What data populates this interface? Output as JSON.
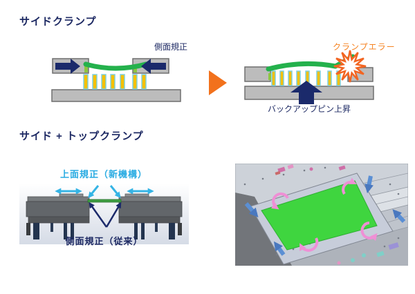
{
  "slide": {
    "section1": {
      "title": "サイドクランプ",
      "before_label": "側面規正",
      "error_label": "クランプエラー",
      "backup_label": "バックアップピン上昇"
    },
    "section2": {
      "title": "サイド + トップクランプ",
      "top_label": "上面規正（新機構）",
      "side_label": "側面規正（従来）"
    },
    "colors": {
      "navy": "#1d2963",
      "cyan": "#29abe2",
      "orange_text": "#f58220",
      "orange_shape": "#f2711c",
      "board_green": "#24b14c",
      "cad_green": "#3fd53f",
      "pin_yellow": "#f5c002",
      "pin_outline": "#7fd0e0",
      "gray_block": "#bcbcbc",
      "pink_arrow": "#ef8fd5",
      "blue_arrow": "#5b8fd4"
    }
  }
}
